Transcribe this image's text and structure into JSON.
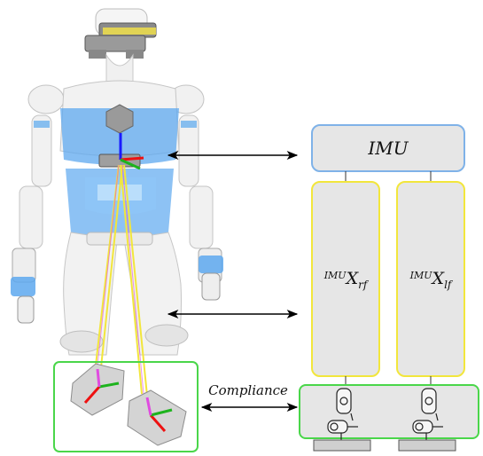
{
  "labels": {
    "imu": "IMU",
    "right_foot": {
      "sup": "IMU",
      "main": "X",
      "sub": "rf"
    },
    "left_foot": {
      "sup": "IMU",
      "main": "X",
      "sub": "lf"
    },
    "compliance": "Compliance"
  },
  "colors": {
    "imu_border": "#7fb2e8",
    "kinematics_border": "#f2e63c",
    "compliance_border": "#4ad64a",
    "box_fill": "#e6e6e6",
    "arrow": "#000000",
    "robot_blue": "#5da8ef",
    "robot_white": "#f3f3f3",
    "foot_plate": "#cfcfcf"
  }
}
